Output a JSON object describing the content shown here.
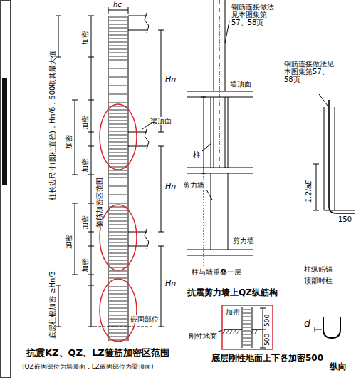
{
  "diagram": {
    "labels": [
      "hc",
      "加密",
      "柱长边尺寸(圆柱直径)，Hn/6，500取其最大值",
      "Hn",
      "梁顶面",
      "加密",
      "加密",
      "加密",
      "箍筋加密区范围",
      "Hn",
      "加密",
      "加密",
      "加密",
      "Hn",
      "底层柱根加密 ≥Hn/3",
      "嵌固部位",
      "抗震KZ、QZ、LZ箍筋加密区范围",
      "(QZ嵌固部位为墙顶面，LZ嵌固部位为梁顶面)",
      "钢筋连接做法见本图集第57、58页",
      "墙顶面",
      "柱",
      "剪力墙",
      "剪力墙",
      "柱与墙重叠一层",
      "抗震剪力墙上QZ纵筋构",
      "钢筋连接做法见本图集第57、58页",
      "1.2laE",
      "150",
      "柱纵筋锚",
      "顶部时柱",
      "d",
      "纵向",
      "加密",
      "刚性地面",
      "500",
      "500",
      "底层刚性地面上下各加密500"
    ]
  }
}
